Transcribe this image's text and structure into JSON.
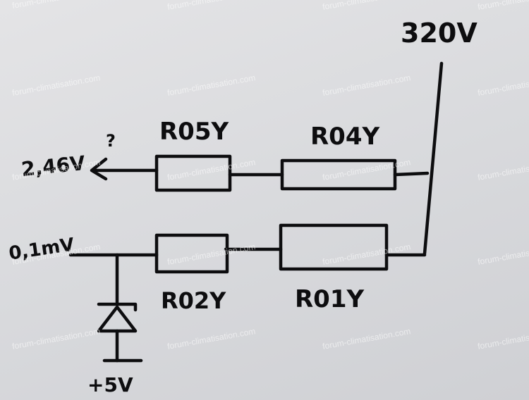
{
  "labels": {
    "supply": "320V",
    "out_top": "2,46V",
    "out_top_mark": "?",
    "out_bottom": "0,1mV",
    "ref": "+5V",
    "r05": "R05Y",
    "r04": "R04Y",
    "r02": "R02Y",
    "r01": "R01Y"
  },
  "watermark": "forum-climatisation.com"
}
